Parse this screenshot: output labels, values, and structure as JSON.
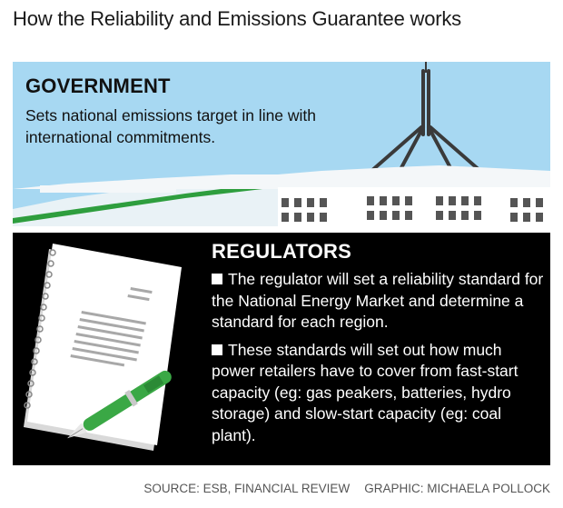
{
  "title": "How the Reliability and Emissions Guarantee works",
  "government": {
    "heading": "GOVERNMENT",
    "text": "Sets national emissions target in line with international commitments."
  },
  "regulators": {
    "heading": "REGULATORS",
    "bullets": [
      "The regulator will set a reliability standard for the National Energy Market and determine a standard for each region.",
      "These standards will set out how much power retailers have to cover from fast-start capacity (eg: gas peakers, batteries, hydro storage) and slow-start capacity (eg: coal plant)."
    ]
  },
  "footer": {
    "source": "SOURCE: ESB, FINANCIAL REVIEW",
    "graphic": "GRAPHIC: MICHAELA POLLOCK"
  },
  "colors": {
    "sky": "#a7d8f2",
    "lawn_green": "#2e9e3e",
    "pen_green": "#3aa845",
    "panel_black": "#000000"
  },
  "icons": [
    "parliament-house-illustration",
    "document-icon",
    "pen-icon"
  ]
}
